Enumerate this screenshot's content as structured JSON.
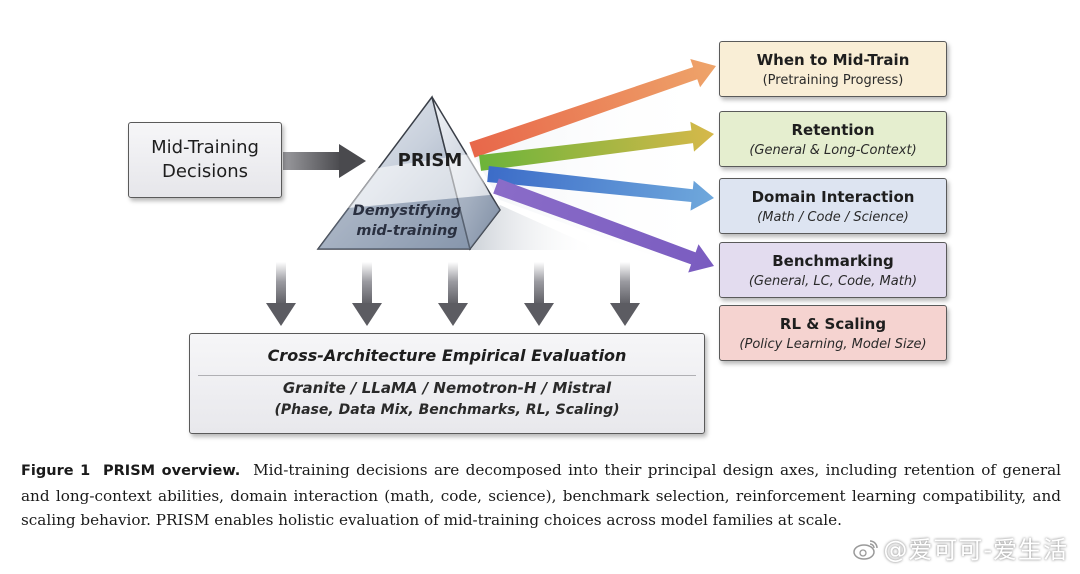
{
  "diagram": {
    "input": {
      "title": "Mid-Training Decisions"
    },
    "prism": {
      "title": "PRISM",
      "subtitle_line1": "Demystifying",
      "subtitle_line2": "mid-training"
    },
    "outputs": [
      {
        "title": "When to Mid-Train",
        "subtitle": "(Pretraining Progress)",
        "fill": "#f9eed6",
        "arrow_color": "#e8674a",
        "arrow_end_color": "#eea46a"
      },
      {
        "title": "Retention",
        "subtitle": "(General & Long-Context)",
        "fill": "#e5eecf",
        "arrow_color": "#6cb43a",
        "arrow_end_color": "#d6b84a"
      },
      {
        "title": "Domain Interaction",
        "subtitle": "(Math / Code / Science)",
        "fill": "#dde4f1",
        "arrow_color": "#3c6cc8",
        "arrow_end_color": "#6fa8dc"
      },
      {
        "title": "Benchmarking",
        "subtitle": "(General, LC, Code, Math)",
        "fill": "#e3dcef",
        "arrow_color": "#8a6cc8",
        "arrow_end_color": "#7a5cc0"
      },
      {
        "title": "RL & Scaling",
        "subtitle": "(Policy Learning, Model Size)",
        "fill": "#f5d3d0",
        "arrow_color": null,
        "arrow_end_color": null
      }
    ],
    "evaluation": {
      "title": "Cross-Architecture Empirical Evaluation",
      "models": "Granite / LLaMA / Nemotron-H / Mistral",
      "dimensions": "(Phase, Data Mix, Benchmarks, RL, Scaling)"
    },
    "down_arrow_count": 5
  },
  "caption": {
    "label": "Figure 1",
    "title": "PRISM overview.",
    "text": "Mid-training decisions are decomposed into their principal design axes, including retention of general and long-context abilities, domain interaction (math, code, science), benchmark selection, reinforcement learning compatibility, and scaling behavior. PRISM enables holistic evaluation of mid-training choices across model families at scale."
  },
  "watermark": {
    "text": "@爱可可-爱生活",
    "icon": "weibo-icon"
  }
}
